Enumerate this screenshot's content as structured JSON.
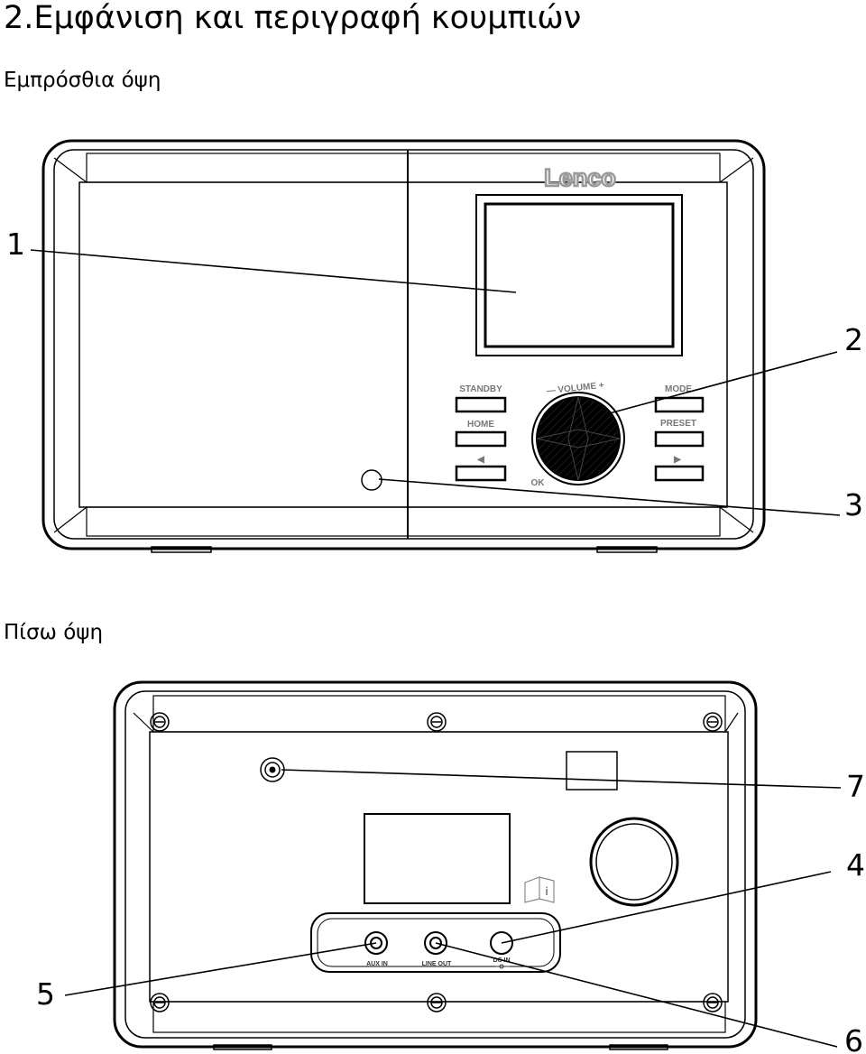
{
  "heading": {
    "title": "2.Εμφάνιση και περιγραφή κουμπιών"
  },
  "front_view": {
    "label": "Εμπρόσθια όψη",
    "brand": "Lenco",
    "buttons": {
      "standby": "STANDBY",
      "home": "HOME",
      "left": "◀",
      "mode": "MODE",
      "preset": "PRESET",
      "right": "▶",
      "volume": "— VOLUME +",
      "ok": "OK"
    },
    "callouts": [
      "1",
      "2",
      "3"
    ]
  },
  "rear_view": {
    "label": "Πίσω όψη",
    "ports": {
      "aux_in": "AUX IN",
      "line_out": "LINE OUT",
      "dc_in": "DC IN"
    },
    "callouts": [
      "7",
      "4",
      "5",
      "6"
    ]
  }
}
